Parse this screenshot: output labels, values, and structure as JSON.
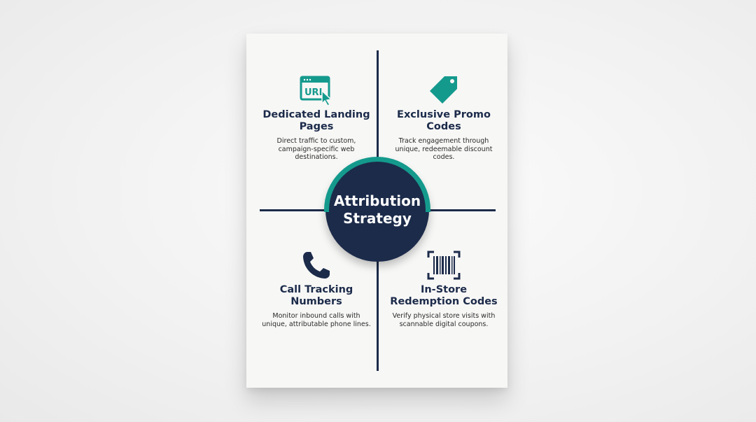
{
  "center": {
    "line1": "Attribution",
    "line2": "Strategy"
  },
  "colors": {
    "navy": "#1c2b4a",
    "teal": "#149a8d",
    "card": "#f7f7f6"
  },
  "quadrants": [
    {
      "icon": "url-browser-icon",
      "icon_text": "URL",
      "title": "Dedicated Landing Pages",
      "description": "Direct traffic to custom, campaign-specific web destinations."
    },
    {
      "icon": "price-tag-icon",
      "title": "Exclusive Promo Codes",
      "description": "Track engagement through unique, redeemable discount codes."
    },
    {
      "icon": "phone-icon",
      "title": "Call Tracking Numbers",
      "description": "Monitor inbound calls with unique, attributable phone lines."
    },
    {
      "icon": "barcode-scan-icon",
      "title": "In-Store Redemption Codes",
      "description": "Verify physical store visits with scannable digital coupons."
    }
  ]
}
